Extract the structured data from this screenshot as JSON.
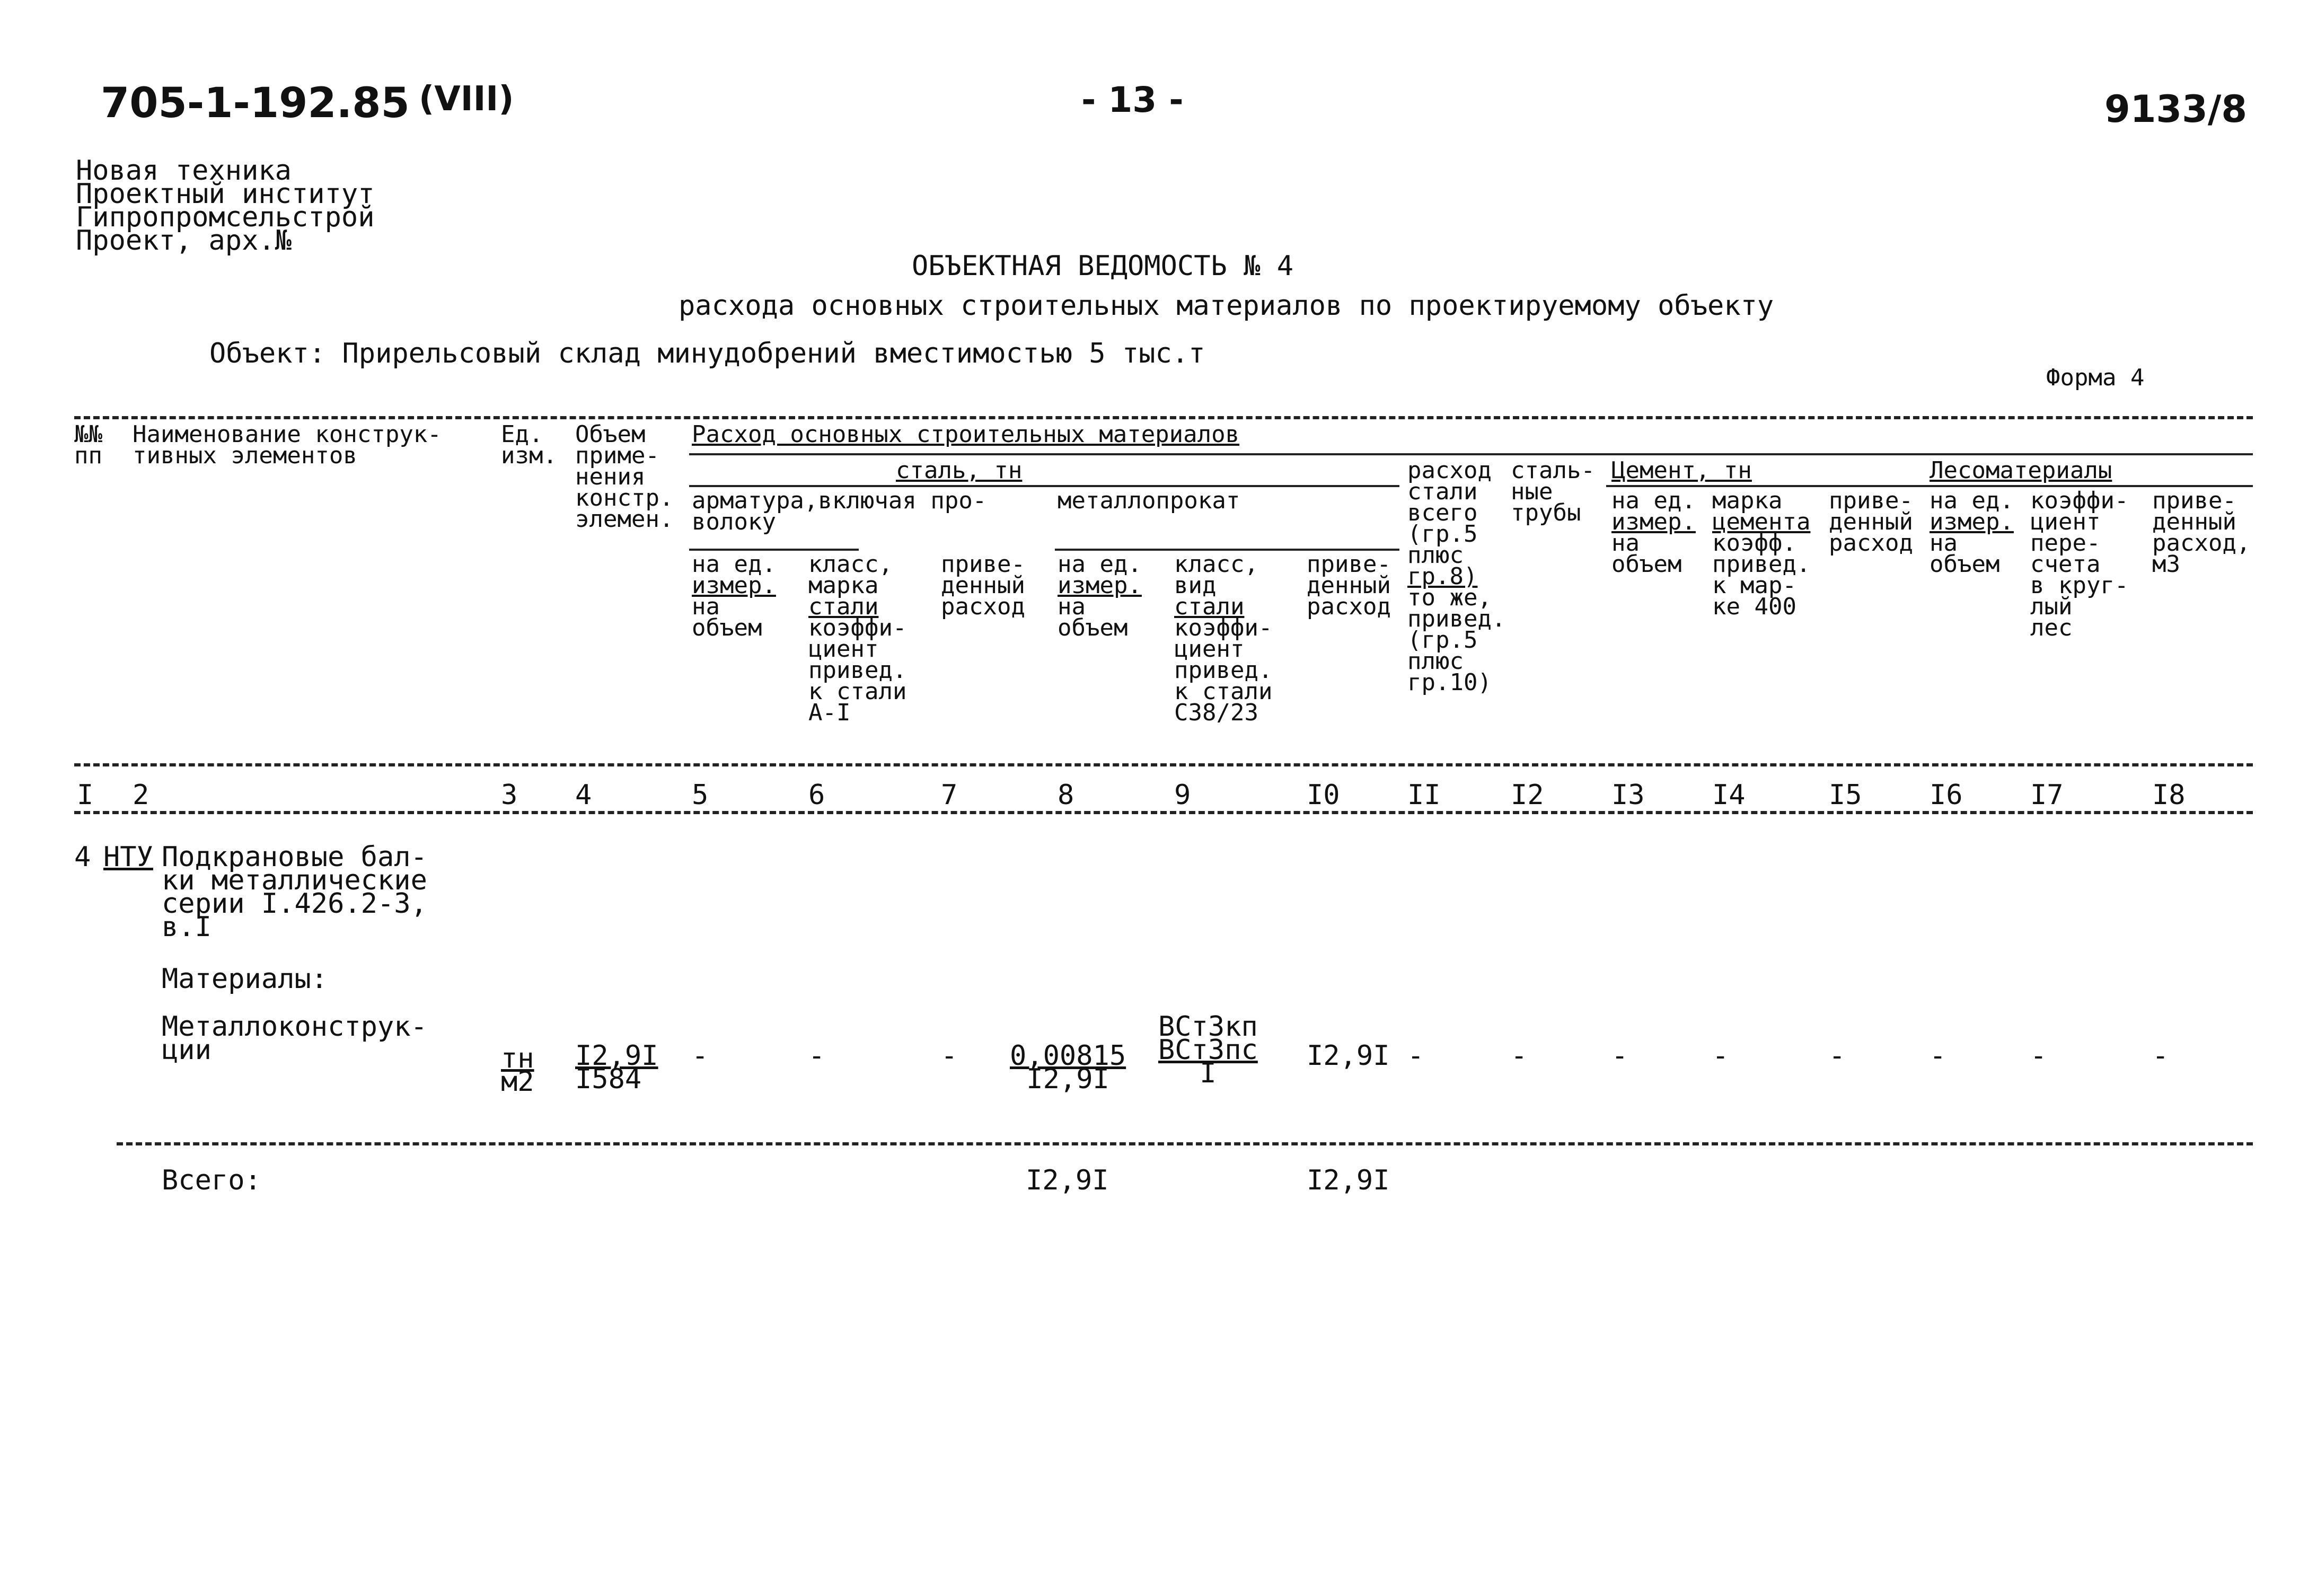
{
  "header": {
    "doc_code": "705-1-192.85",
    "album": "(VIII)",
    "page_no": "- 13 -",
    "ref_no": "9133/8"
  },
  "org": [
    "Новая техника",
    "Проектный институт",
    "Гипропромсельстрой",
    "Проект, арх.№"
  ],
  "title": "ОБЪЕКТНАЯ ВЕДОМОСТЬ № 4",
  "subtitle": "расхода основных строительных материалов по проектируемому объекту",
  "object_line": "Объект: Прирельсовый склад минудобрений вместимостью 5 тыс.т",
  "form_label": "Форма 4",
  "columns": {
    "num": [
      "№№",
      "пп"
    ],
    "name": [
      "Наименование конструк-",
      "тивных элементов"
    ],
    "unit": [
      "Ед.",
      "изм."
    ],
    "volume": [
      "Объем",
      "приме-",
      "нения",
      "констр.",
      "элемен."
    ],
    "group_main": "Расход основных строительных материалов",
    "group_steel": "сталь, тн",
    "armature": [
      "арматура,включая про-",
      "волоку"
    ],
    "metal": "металлопрокат",
    "arm_unit": [
      "на ед.",
      "измер.",
      "на",
      "объем"
    ],
    "arm_class": [
      "класс,",
      "марка",
      "стали",
      "коэффи-",
      "циент",
      "привед.",
      "к стали",
      "А-I"
    ],
    "arm_reduced": [
      "приве-",
      "денный",
      "расход"
    ],
    "met_unit": [
      "на ед.",
      "измер.",
      "на",
      "объем"
    ],
    "met_class": [
      "класс,",
      "вид",
      "стали",
      "коэффи-",
      "циент",
      "привед.",
      "к стали",
      "С38/23"
    ],
    "met_reduced": [
      "приве-",
      "денный",
      "расход"
    ],
    "steel_total": [
      "расход",
      "стали",
      "всего",
      "(гр.5",
      "плюс",
      "гр.8)",
      "то же,",
      "привед.",
      "(гр.5",
      "плюс",
      "гр.10)"
    ],
    "pipes": [
      "сталь-",
      "ные",
      "трубы"
    ],
    "cement_group": "Цемент, тн",
    "cem_unit": [
      "на ед.",
      "измер.",
      "на",
      "объем"
    ],
    "cem_grade": [
      "марка",
      "цемента",
      "коэфф.",
      "привед.",
      "к мар-",
      "ке 400"
    ],
    "cem_reduced": [
      "приве-",
      "денный",
      "расход"
    ],
    "timber_group": "Лесоматериалы",
    "tim_unit": [
      "на ед.",
      "измер.",
      "на",
      "объем"
    ],
    "tim_coef": [
      "коэффи-",
      "циент",
      "пере-",
      "счета",
      "в круг-",
      "лый",
      "лес"
    ],
    "tim_reduced": [
      "приве-",
      "денный",
      "расход,",
      "м3"
    ]
  },
  "col_numbers": [
    "I",
    "2",
    "3",
    "4",
    "5",
    "6",
    "7",
    "8",
    "9",
    "I0",
    "II",
    "I2",
    "I3",
    "I4",
    "I5",
    "I6",
    "I7",
    "I8"
  ],
  "section": {
    "number": "4",
    "code": "НТУ",
    "title_lines": [
      "Подкрановые бал-",
      "ки металлические",
      "серии I.426.2-3,",
      "в.I"
    ],
    "materials_label": "Материалы:"
  },
  "row": {
    "name_lines": [
      "Металлоконструк-",
      "ции"
    ],
    "unit_top": "тн",
    "unit_bottom": "м2",
    "vol_top": "I2,9I",
    "vol_bottom": "I584",
    "c5": "-",
    "c6": "-",
    "c7": "-",
    "c8_top": "0,00815",
    "c8_bottom": "I2,9I",
    "c9_top1": "ВСт3кп",
    "c9_top2": "ВСт3пс",
    "c9_bottom": "I",
    "c10": "I2,9I",
    "rest": [
      "-",
      "-",
      "-",
      "-",
      "-",
      "-",
      "-",
      "-"
    ]
  },
  "total": {
    "label": "Всего:",
    "c8": "I2,9I",
    "c10": "I2,9I"
  }
}
